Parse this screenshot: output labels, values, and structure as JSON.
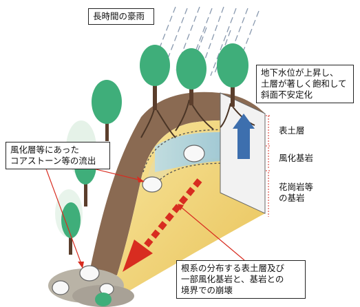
{
  "labels": {
    "heavy_rain": "長時間の豪雨",
    "groundwater": "地下水位が上昇し、\n土層が著しく飽和して\n斜面不安定化",
    "weathered_outflow": "風化層等にあった\nコアストーン等の流出",
    "collapse": "根系の分布する表土層及び\n一部風化基岩と、基岩との\n境界での崩壊"
  },
  "layers": {
    "topsoil": "表土層",
    "weathered_bedrock": "風化基岩",
    "granite_bedrock": "花崗岩等\nの基岩"
  },
  "colors": {
    "tree_green": "#3fae7a",
    "groundwater_arrow": "#3d6fae",
    "slide_arrow": "#d82c20",
    "bedrock_yellow": "#f3d77a",
    "topsoil_brown": "#7a5a44",
    "water_blue": "#8ec6de"
  }
}
